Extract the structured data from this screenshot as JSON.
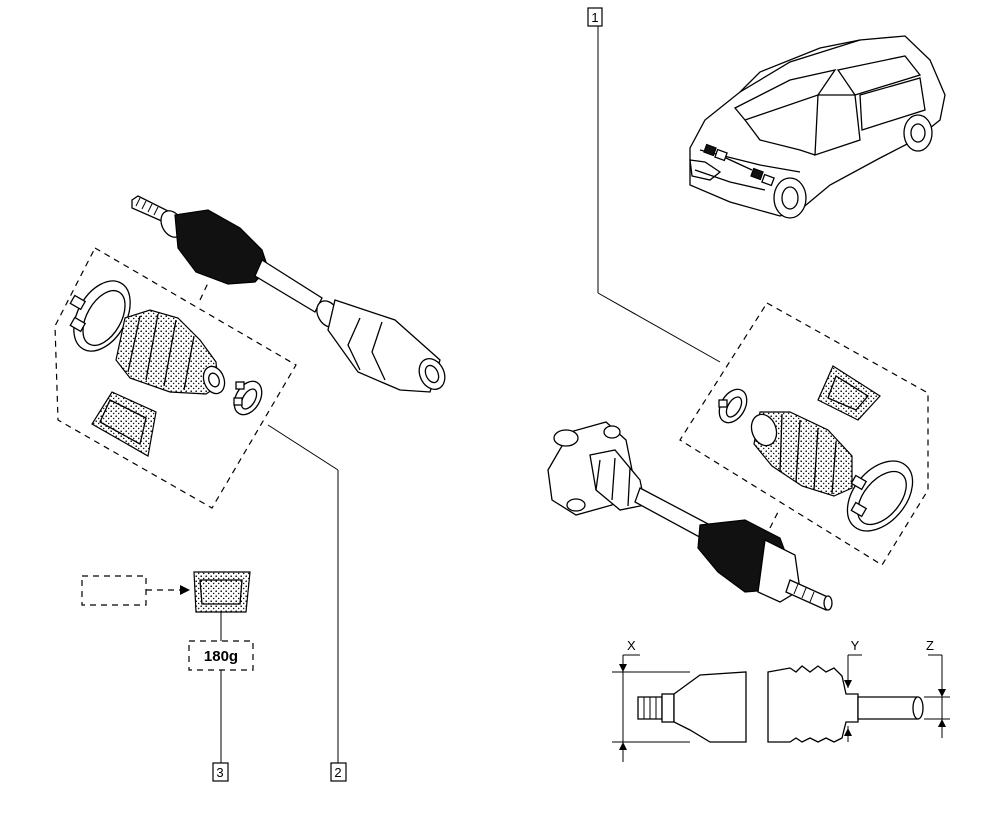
{
  "callouts": {
    "c1": "1",
    "c2": "2",
    "c3": "3"
  },
  "grease_quantity": "180g",
  "dimension_labels": {
    "x": "X",
    "y": "Y",
    "z": "Z"
  },
  "icons": [
    "vehicle-illustration",
    "driveshaft-wheel-side",
    "driveshaft-gearbox-side",
    "boot-kit",
    "grease-sachet",
    "collar-clip"
  ]
}
